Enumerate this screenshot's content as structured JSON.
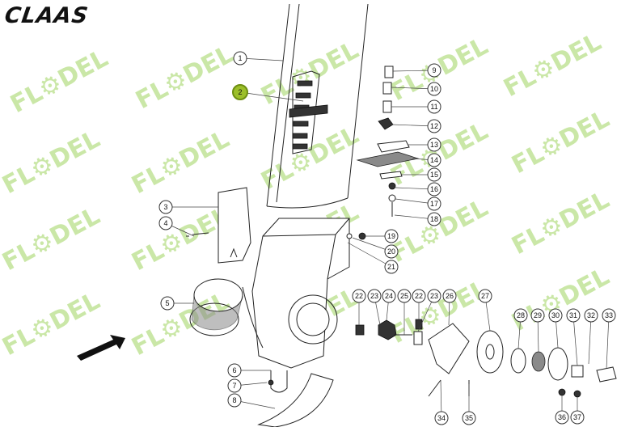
{
  "brand": {
    "logo_text": "CLAAS"
  },
  "watermark": {
    "text": "FL⚙DEL",
    "color": "#b9e08a"
  },
  "highlight_color": "#9cbf2a",
  "callouts": [
    {
      "num": "1"
    },
    {
      "num": "2",
      "highlighted": true
    },
    {
      "num": "3"
    },
    {
      "num": "4"
    },
    {
      "num": "5"
    },
    {
      "num": "6"
    },
    {
      "num": "7"
    },
    {
      "num": "8"
    },
    {
      "num": "9"
    },
    {
      "num": "10"
    },
    {
      "num": "11"
    },
    {
      "num": "12"
    },
    {
      "num": "13"
    },
    {
      "num": "14"
    },
    {
      "num": "15"
    },
    {
      "num": "16"
    },
    {
      "num": "17"
    },
    {
      "num": "18"
    },
    {
      "num": "19"
    },
    {
      "num": "20"
    },
    {
      "num": "21"
    },
    {
      "num": "22"
    },
    {
      "num": "23"
    },
    {
      "num": "24"
    },
    {
      "num": "25"
    },
    {
      "num": "22"
    },
    {
      "num": "23"
    },
    {
      "num": "26"
    },
    {
      "num": "27"
    },
    {
      "num": "28"
    },
    {
      "num": "29"
    },
    {
      "num": "30"
    },
    {
      "num": "31"
    },
    {
      "num": "32"
    },
    {
      "num": "33"
    },
    {
      "num": "34"
    },
    {
      "num": "35"
    },
    {
      "num": "36"
    },
    {
      "num": "37"
    }
  ]
}
